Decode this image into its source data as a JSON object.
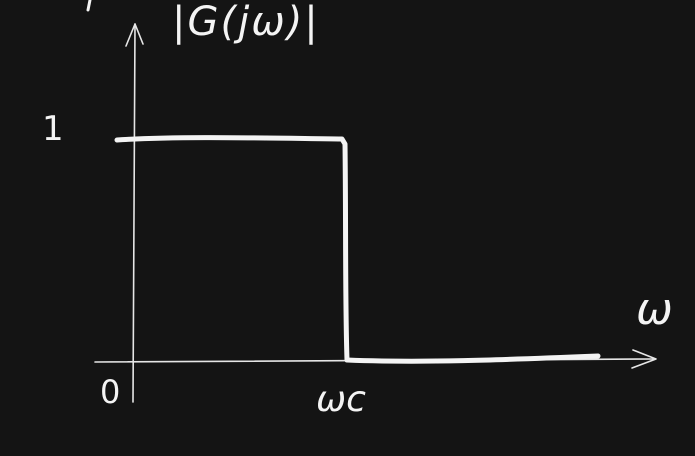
{
  "diagram": {
    "y_axis_label": "|G(jω)|",
    "x_axis_label": "ω",
    "y_tick_one": "1",
    "origin_label": "0",
    "cutoff_label": "ωc",
    "colors": {
      "background": "#141414",
      "ink": "#f4f4f4",
      "axis": "#e6e6e6"
    }
  }
}
